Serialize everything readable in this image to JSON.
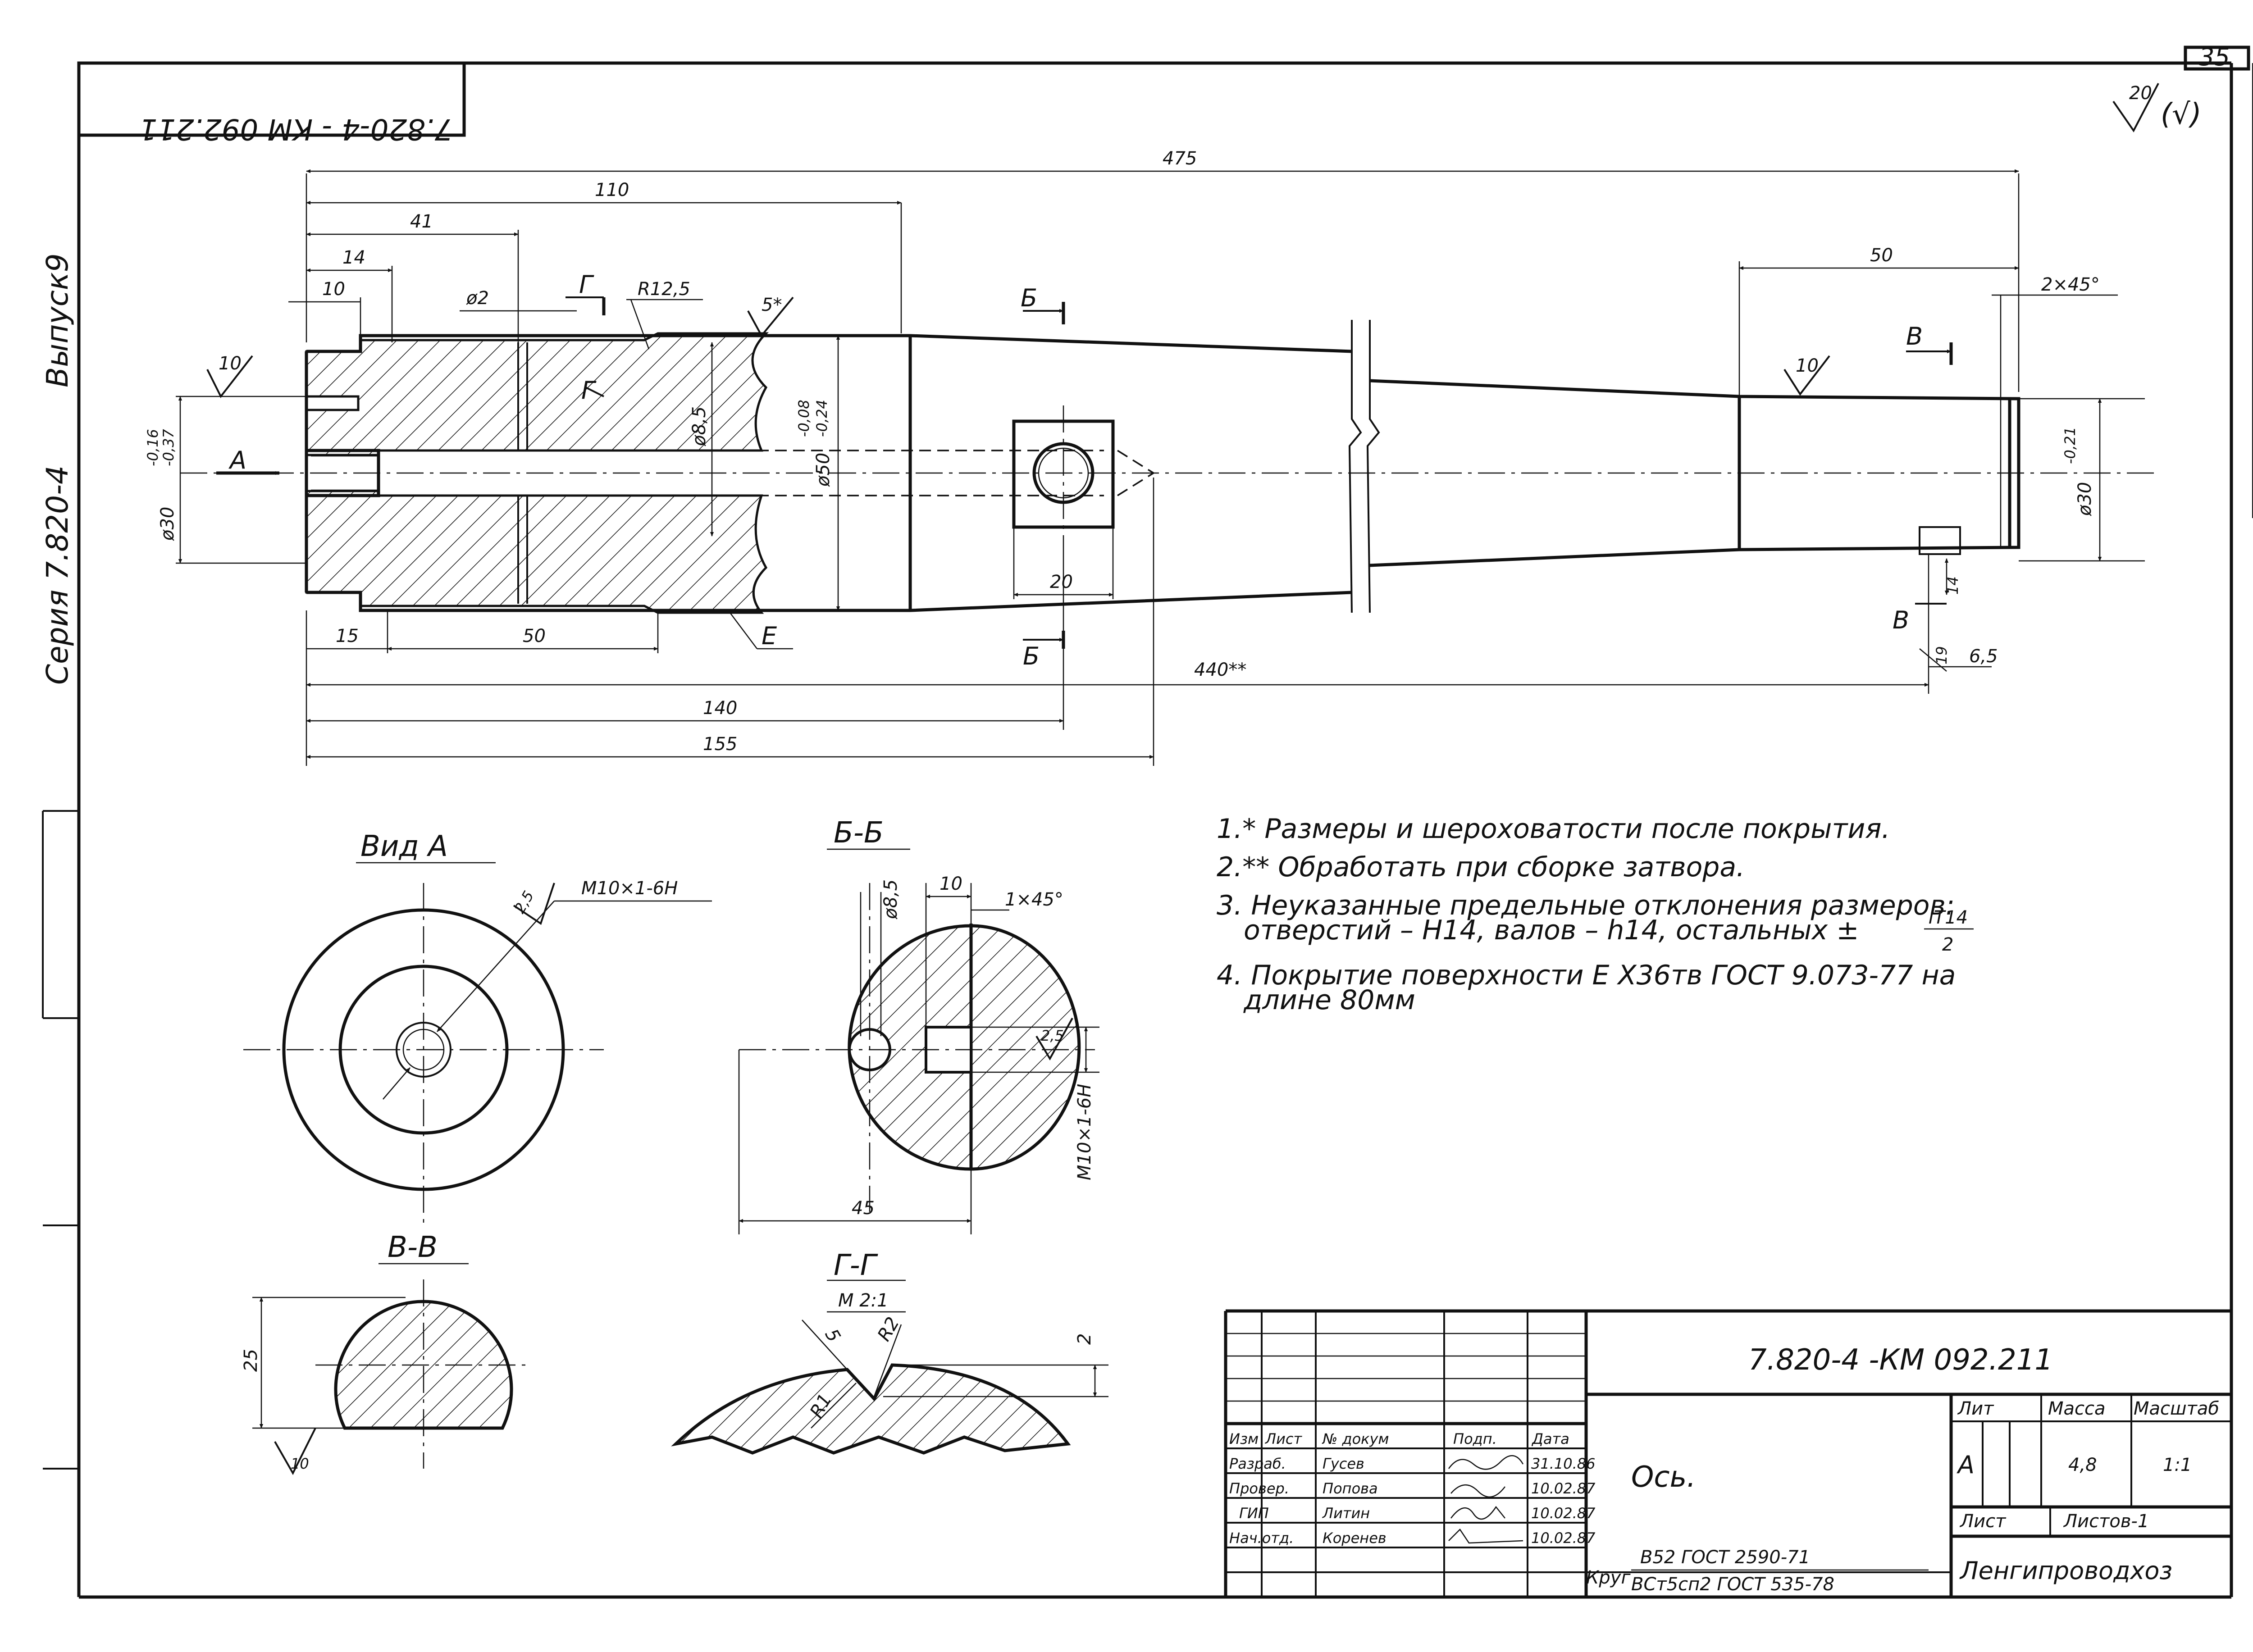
{
  "stamp": {
    "sheet_no": "35",
    "doc_code_rotated": "7.820-4 - КМ 092.211",
    "roughness_general": "20",
    "roughness_general_paren": "(√)"
  },
  "side_labels": {
    "series": "Серия 7.820-4",
    "issue": "Выпуск9"
  },
  "main_view": {
    "dims": {
      "total_length": "475",
      "len_110": "110",
      "len_41": "41",
      "len_14": "14",
      "len_10": "10",
      "len_50_right": "50",
      "chamfer_right": "2×45°",
      "dia_left": "ø30",
      "dia_left_tol_upper": "-0,16",
      "dia_left_tol_lower": "-0,37",
      "dia_mid": "ø50",
      "dia_mid_tol_upper": "-0,08",
      "dia_mid_tol_lower": "-0,24",
      "dia_right": "ø30",
      "dia_right_tol": "-0,21",
      "hole_d2": "ø2",
      "radius_r12_5": "R12,5",
      "hole_d8_5": "ø8,5",
      "len_15": "15",
      "len_50_bottom": "50",
      "len_20": "20",
      "len_440": "440**",
      "len_140": "140",
      "len_155": "155",
      "key_w_14": "14",
      "key_d_19": "19",
      "key_6_5": "6,5"
    },
    "roughness": {
      "left": "10",
      "mid": "5*",
      "right": "10"
    },
    "section_marks": {
      "A": "А",
      "B": "Б",
      "V": "В",
      "G": "Г",
      "E": "Е"
    }
  },
  "notes": [
    "1.* Размеры и шероховатости после покрытия.",
    "2.** Обработать при сборке затвора.",
    "3. Неуказанные предельные отклонения размеров:",
    "отверстий – Н14, валов – h14, остальных ±",
    "IT14",
    "2",
    "4. Покрытие поверхности Е Х36тв ГОСТ 9.073-77 на",
    "длине 80мм"
  ],
  "view_a": {
    "title": "Вид А",
    "thread": "М10×1-6Н",
    "roughness": "2,5"
  },
  "section_bb": {
    "title": "Б-Б",
    "hole": "ø8,5",
    "len_10": "10",
    "chamfer": "1×45°",
    "roughness": "2,5",
    "thread": "М10×1-6Н",
    "diameter": "45"
  },
  "section_vv": {
    "title": "В-В",
    "width": "25",
    "roughness": "10"
  },
  "section_gg": {
    "title": "Г-Г",
    "scale": "М 2:1",
    "dim_5": "5",
    "r2": "R2",
    "r1": "R1",
    "depth": "2"
  },
  "title_block": {
    "designation": "7.820-4 -КМ 092.211",
    "part_name": "Ось.",
    "headers": {
      "izm": "Изм",
      "list": "Лист",
      "ndokum": "№ докум",
      "podp": "Подп.",
      "data": "Дата"
    },
    "rows": [
      {
        "role": "Разраб.",
        "name": "Гусев",
        "date": "31.10.86"
      },
      {
        "role": "Провер.",
        "name": "Попова",
        "date": "10.02.87"
      },
      {
        "role": "ГИП",
        "name": "Литин",
        "date": "10.02.87"
      },
      {
        "role": "Нач.отд.",
        "name": "Коренев",
        "date": "10.02.87"
      }
    ],
    "lit_label": "Лит",
    "mass_label": "Масса",
    "scale_label": "Масштаб",
    "lit_value": "А",
    "mass_value": "4,8",
    "scale_value": "1:1",
    "sheet_label": "Лист",
    "sheets_label": "Листов-1",
    "material_prefix": "Круг",
    "material_line1": "В52 ГОСТ 2590-71",
    "material_line2": "ВСт5сп2 ГОСТ 535-78",
    "organization": "Ленгипроводхоз"
  }
}
